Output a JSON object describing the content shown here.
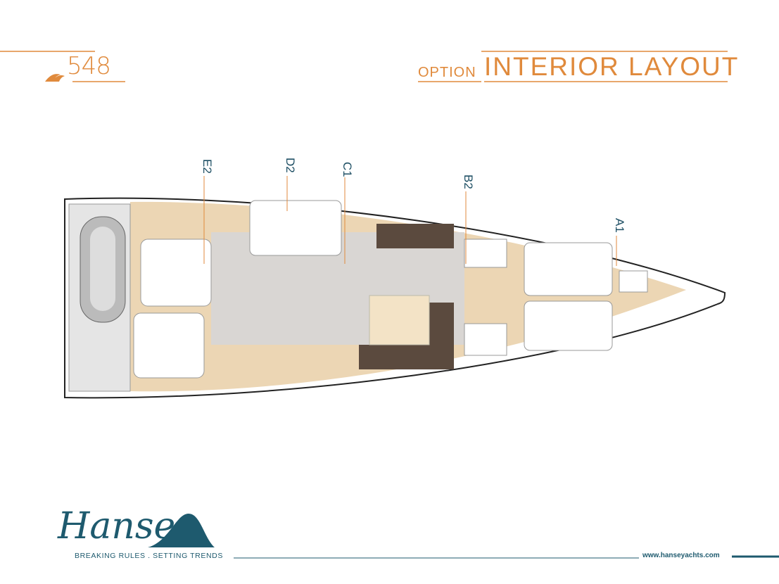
{
  "header": {
    "model": "548",
    "option_label": "OPTION",
    "title": "INTERIOR LAYOUT"
  },
  "layout_labels": [
    "E2",
    "D2",
    "C1",
    "B2",
    "A1"
  ],
  "footer": {
    "brand": "Hanse",
    "tagline": "BREAKING RULES . SETTING TRENDS",
    "url": "www.hanseyachts.com"
  },
  "colors": {
    "accent": "#e08a3c",
    "brand": "#1e5a6e",
    "wood": "#ecd6b4",
    "floor": "#d9d6d3"
  }
}
